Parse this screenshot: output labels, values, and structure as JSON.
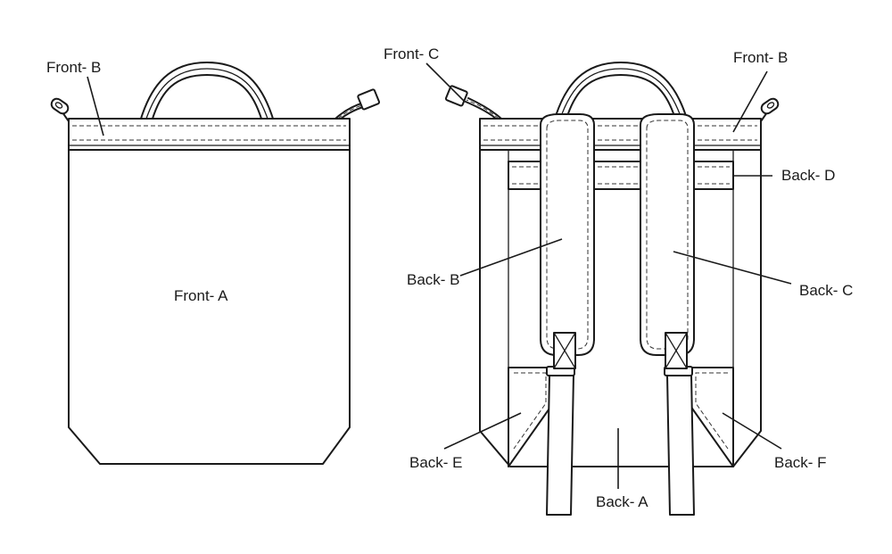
{
  "labels": {
    "front_b": "Front- B",
    "front_c": "Front- C",
    "front_a": "Front- A",
    "back_front_b": "Front- B",
    "back_d": "Back- D",
    "back_b": "Back- B",
    "back_c": "Back- C",
    "back_e": "Back-  E",
    "back_f": "Back- F",
    "back_a": "Back- A"
  }
}
